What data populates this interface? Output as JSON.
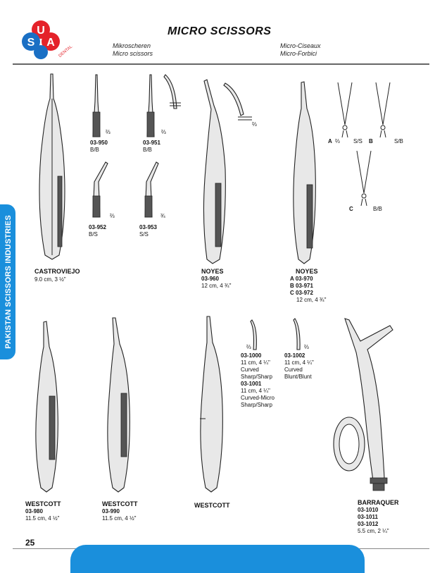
{
  "logo": {
    "letters": [
      "U",
      "S",
      "A"
    ],
    "sub_text": "DENTAL"
  },
  "header": {
    "title": "MICRO SCISSORS",
    "de": "Mikroscheren",
    "en": "Micro scissors",
    "fr": "Micro-Ciseaux",
    "it": "Micro-Forbici"
  },
  "side_tab": "PAKISTAN SCISSORS INDUSTRIES",
  "row1": {
    "castroviejo": {
      "name": "CASTROVIEJO",
      "size": "9.0 cm, 3 ½\""
    },
    "tip_950": {
      "code": "03-950",
      "tips": "B/B",
      "frac": "⅔"
    },
    "tip_951": {
      "code": "03-951",
      "tips": "B/B",
      "frac": "⅔"
    },
    "tip_952": {
      "code": "03-952",
      "tips": "B/S",
      "frac": "⅔"
    },
    "tip_953": {
      "code": "03-953",
      "tips": "S/S",
      "frac": "¾"
    },
    "noyes1": {
      "name": "NOYES",
      "code": "03-960",
      "size": "12 cm, 4 ¾\"",
      "frac": "⅔"
    },
    "noyes2": {
      "name": "NOYES",
      "a": "A 03-970",
      "b": "B 03-971",
      "c": "C 03-972",
      "size": "12 cm, 4 ¾\""
    },
    "tipA": {
      "letter": "A",
      "frac": "⅔",
      "tips": "S/S"
    },
    "tipB": {
      "letter": "B",
      "tips": "S/B"
    },
    "tipC": {
      "letter": "C",
      "tips": "B/B"
    }
  },
  "row2": {
    "westcott1": {
      "name": "WESTCOTT",
      "code": "03-980",
      "size": "11.5 cm, 4 ½\""
    },
    "westcott2": {
      "name": "WESTCOTT",
      "code": "03-990",
      "size": "11.5 cm, 4 ½\""
    },
    "westcott3": {
      "name": "WESTCOTT"
    },
    "curved1000": {
      "frac": "⅔",
      "code1": "03-1000",
      "size1": "11 cm, 4 ¼\"",
      "desc1a": "Curved",
      "desc1b": "Sharp/Sharp",
      "code2": "03-1001",
      "size2": "11 cm, 4 ¼\"",
      "desc2a": "Curved-Micro",
      "desc2b": "Sharp/Sharp"
    },
    "curved1002": {
      "frac": "⅔",
      "code": "03-1002",
      "size": "11 cm, 4 ¼\"",
      "desc1": "Curved",
      "desc2": "Blunt/Blunt"
    },
    "barraquer": {
      "name": "BARRAQUER",
      "c1": "03-1010",
      "c2": "03-1011",
      "c3": "03-1012",
      "size": "5.5 cm, 2 ¼\""
    }
  },
  "footer": {
    "page": "25"
  }
}
